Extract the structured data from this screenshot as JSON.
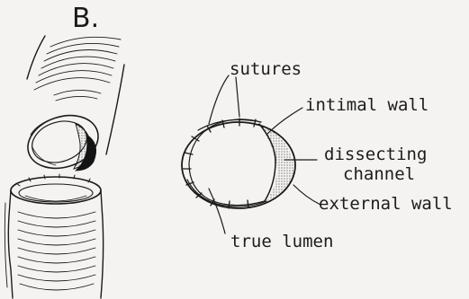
{
  "figure": {
    "panel_letter": "B.",
    "labels": {
      "sutures": "sutures",
      "intimal_wall": "intimal wall",
      "dissecting": "dissecting",
      "channel": "channel",
      "external_wall": "external wall",
      "true_lumen": "true lumen"
    }
  }
}
